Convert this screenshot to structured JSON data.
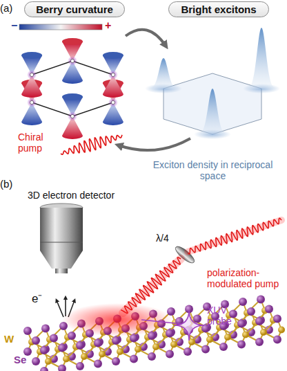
{
  "diagram": {
    "nodes": [
      {
        "text": [
          "Berry curvature"
        ]
      },
      {
        "text": [
          "Bright excitons"
        ]
      }
    ],
    "labels": [
      "(a)",
      "−",
      "+",
      "Chiral pump",
      "Exciton density in reciprocal space",
      "(b)",
      "3D electron detector",
      "e⁻",
      "λ/4",
      "polarization-modulated pump",
      "XUV probe",
      "W",
      "Se"
    ]
  }
}
